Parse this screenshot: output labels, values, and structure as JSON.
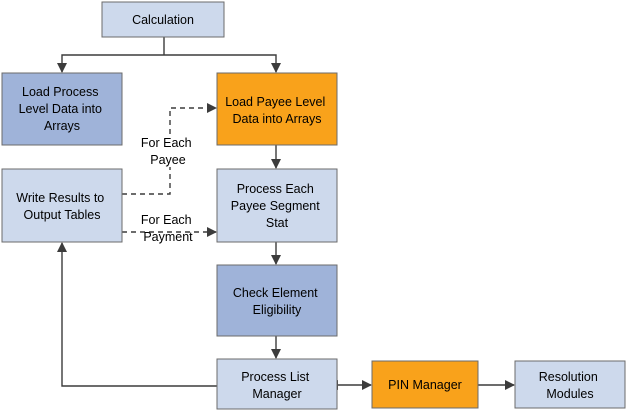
{
  "colors": {
    "light": "#cdd9ec",
    "medium": "#9fb3d9",
    "highlight": "#f9a21b",
    "border": "#6b6b6b",
    "line": "#3c3c3c"
  },
  "nodes": {
    "calculation": {
      "lines": [
        "Calculation"
      ]
    },
    "load_process": {
      "lines": [
        "Load Process",
        "Level Data into",
        "Arrays"
      ]
    },
    "load_payee": {
      "lines": [
        "Load Payee Level",
        "Data into Arrays"
      ]
    },
    "write_results": {
      "lines": [
        "Write Results to",
        "Output Tables"
      ]
    },
    "process_each": {
      "lines": [
        "Process Each",
        "Payee Segment",
        "Stat"
      ]
    },
    "check_element": {
      "lines": [
        "Check Element",
        "Eligibility"
      ]
    },
    "process_list": {
      "lines": [
        "Process List",
        "Manager"
      ]
    },
    "pin_manager": {
      "lines": [
        "PIN Manager"
      ]
    },
    "resolution": {
      "lines": [
        "Resolution",
        "Modules"
      ]
    }
  },
  "edge_labels": {
    "for_each_payee": {
      "lines": [
        "For Each",
        "Payee"
      ]
    },
    "for_each_payment": {
      "lines": [
        "For Each",
        "Payment"
      ]
    }
  }
}
